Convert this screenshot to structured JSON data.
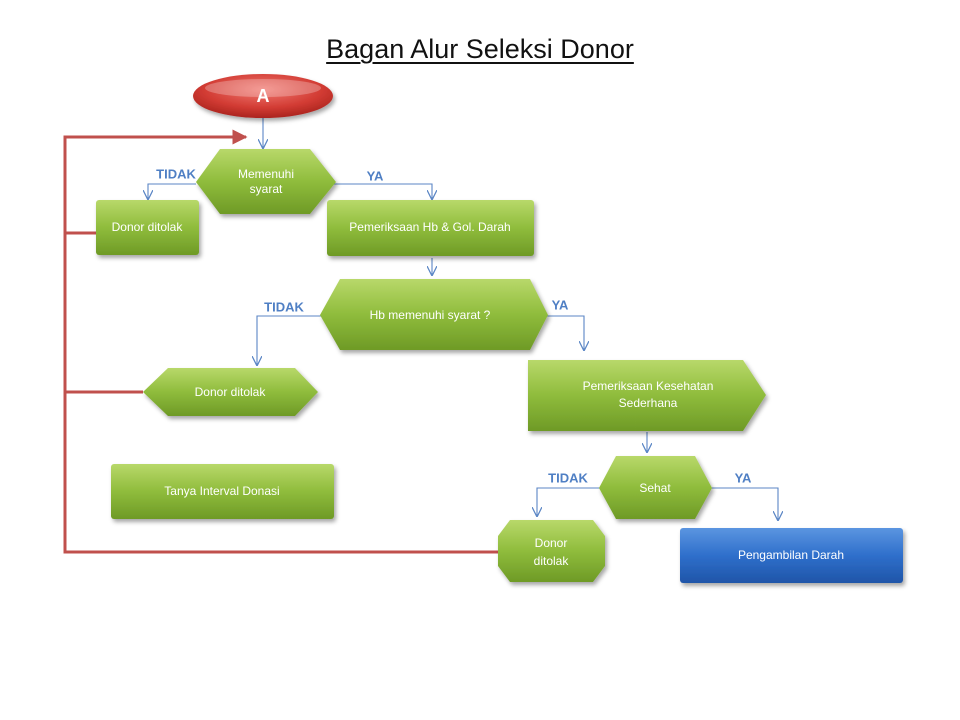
{
  "title": "Bagan Alur Seleksi Donor",
  "colors": {
    "green": "#8fbc3c",
    "blue": "#2f6fcb",
    "red": "#c0504d",
    "connector": "#5b86c5",
    "branch_label": "#4f7fc4"
  },
  "nodes": {
    "start": "A",
    "decision_syarat": [
      "Memenuhi",
      "syarat"
    ],
    "rejected_1": "Donor ditolak",
    "check_hb_gol": "Pemeriksaan Hb & Gol. Darah",
    "decision_hb": "Hb memenuhi syarat ?",
    "rejected_2": "Donor ditolak",
    "health_check": [
      "Pemeriksaan Kesehatan",
      "Sederhana"
    ],
    "ask_interval": "Tanya Interval Donasi",
    "decision_sehat": "Sehat",
    "rejected_3": [
      "Donor",
      "ditolak"
    ],
    "blood_draw": "Pengambilan Darah"
  },
  "branches": {
    "no_1": "TIDAK",
    "yes_1": "YA",
    "no_2": "TIDAK",
    "yes_2": "YA",
    "no_3": "TIDAK",
    "yes_3": "YA"
  }
}
